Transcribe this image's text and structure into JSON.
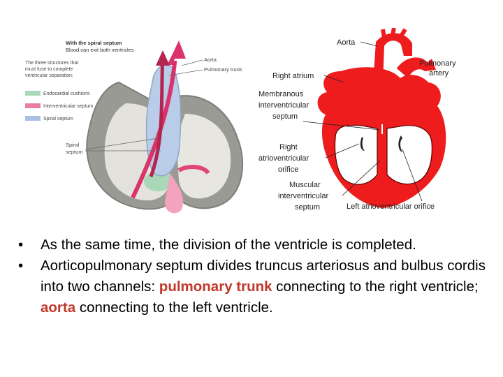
{
  "left_figure": {
    "heading_line1": "With the spiral septum",
    "heading_line2": "Blood can exit both ventricles",
    "intro_line1": "The three structures that",
    "intro_line2": "must fuse to complete",
    "intro_line3": "ventricular separation:",
    "legend": [
      {
        "label": "Endocardial cushions",
        "color": "#a8d8b8"
      },
      {
        "label": "Interventricular septum",
        "color": "#e97fa0"
      },
      {
        "label": "Spiral septum",
        "color": "#a9c2e3"
      }
    ],
    "label_aorta": "Aorta",
    "label_pulmonary_trunk": "Pulmonary trunk",
    "label_spiral_septum_line1": "Spiral",
    "label_spiral_septum_line2": "septum"
  },
  "right_figure": {
    "label_aorta": "Aorta",
    "label_pulmonary_artery_line1": "Pulmonary",
    "label_pulmonary_artery_line2": "artery",
    "label_right_atrium": "Right atrium",
    "label_membranous_line1": "Membranous",
    "label_membranous_line2": "interventricular",
    "label_membranous_line3": "septum",
    "label_right_av_line1": "Right",
    "label_right_av_line2": "atrioventricular",
    "label_right_av_line3": "orifice",
    "label_muscular_line1": "Muscular",
    "label_muscular_line2": "interventricular",
    "label_muscular_line3": "septum",
    "label_left_av": "Left atrioventricular orifice",
    "heart_color": "#ee1c1c"
  },
  "bullets": {
    "b1": "As the same time, the division of the ventricle is completed.",
    "b2_part1": "Aorticopulmonary septum divides truncus arteriosus and bulbus cordis into two channels: ",
    "b2_term1": "pulmonary trunk",
    "b2_part2": " connecting to the right ventricle; ",
    "b2_term2": "aorta",
    "b2_part3": " connecting to the left ventricle.",
    "bullet_glyph": "•"
  }
}
